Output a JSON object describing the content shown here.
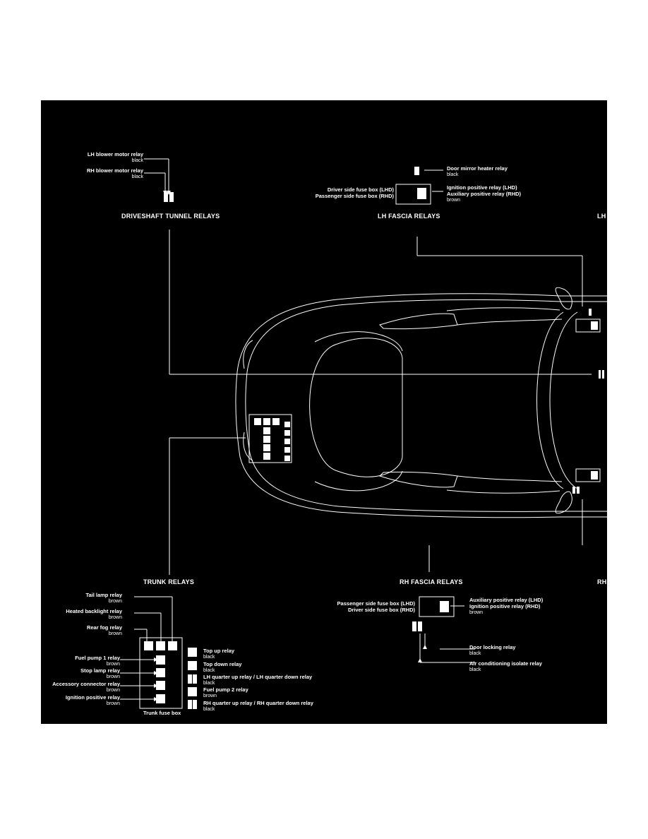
{
  "colors": {
    "background": "#000000",
    "page": "#ffffff",
    "line": "#ffffff"
  },
  "sections": {
    "driveshaft": "DRIVESHAFT TUNNEL RELAYS",
    "lh_fascia": "LH FASCIA RELAYS",
    "lh_cut": "LH",
    "trunk": "TRUNK RELAYS",
    "rh_fascia": "RH FASCIA RELAYS",
    "rh_cut": "RH"
  },
  "driveshaft": {
    "lh_blower": {
      "name": "LH blower motor relay",
      "color": "black"
    },
    "rh_blower": {
      "name": "RH blower motor relay",
      "color": "black"
    }
  },
  "lh_fascia": {
    "door_mirror": {
      "name": "Door mirror heater relay",
      "color": "black"
    },
    "fusebox_line1": "Driver side fuse box (LHD)",
    "fusebox_line2": "Passenger side fuse box (RHD)",
    "ign_line1": "Ignition positive relay (LHD)",
    "ign_line2": "Auxiliary positive relay (RHD)",
    "ign_color": "brown"
  },
  "rh_fascia": {
    "fusebox_line1": "Passenger side fuse box (LHD)",
    "fusebox_line2": "Driver side fuse box (RHD)",
    "aux_line1": "Auxiliary positive relay (LHD)",
    "aux_line2": "Ignition positive relay (RHD)",
    "aux_color": "brown",
    "door_locking": {
      "name": "Door locking relay",
      "color": "black"
    },
    "air_cond": {
      "name": "Air conditioning isolate relay",
      "color": "black"
    }
  },
  "trunk": {
    "fusebox_label": "Trunk fuse box",
    "left": [
      {
        "name": "Tail lamp relay",
        "color": "brown"
      },
      {
        "name": "Heated backlight relay",
        "color": "brown"
      },
      {
        "name": "Rear fog relay",
        "color": "brown"
      },
      {
        "name": "Fuel pump 1 relay",
        "color": "brown"
      },
      {
        "name": "Stop lamp relay",
        "color": "brown"
      },
      {
        "name": "Accessory connector relay",
        "color": "brown"
      },
      {
        "name": "Ignition positive relay",
        "color": "brown"
      }
    ],
    "right": [
      {
        "name": "Top up relay",
        "color": "black"
      },
      {
        "name": "Top down relay",
        "color": "black"
      },
      {
        "name": "LH quarter up relay / LH quarter down relay",
        "color": "black"
      },
      {
        "name": "Fuel pump 2 relay",
        "color": "brown"
      },
      {
        "name": "RH quarter up relay / RH quarter down relay",
        "color": "black"
      }
    ]
  }
}
